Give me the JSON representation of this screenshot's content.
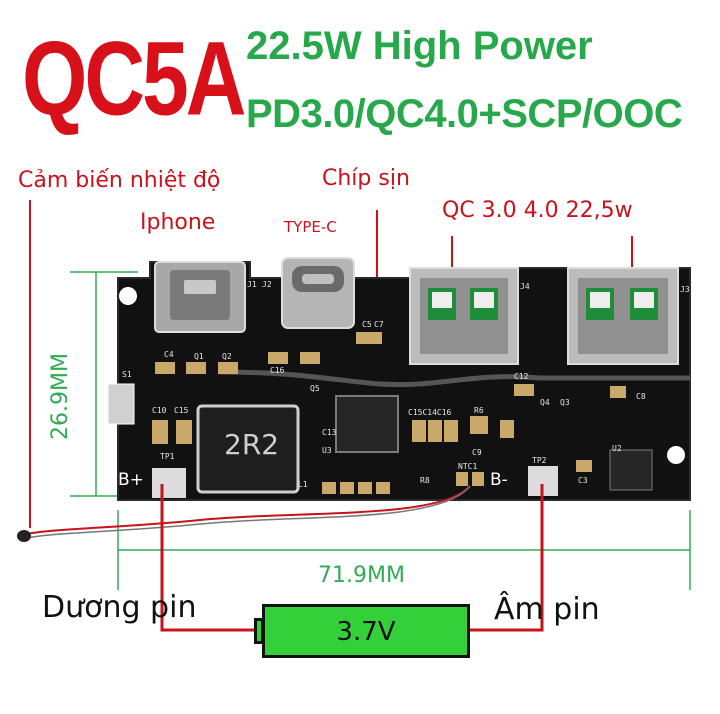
{
  "header": {
    "brand": "QC5A",
    "line1": "22.5W High Power",
    "line2": "PD3.0/QC4.0+SCP/OOC"
  },
  "labels": {
    "sensor": "Cảm biến nhiệt độ",
    "chip": "Chíp sịn",
    "iphone": "Iphone",
    "typec": "TYPE-C",
    "qc": "QC 3.0 4.0 22,5w"
  },
  "dimensions": {
    "height": "26.9MM",
    "width": "71.9MM"
  },
  "battery": {
    "positive": "Dương pin",
    "negative": "Âm pin",
    "voltage": "3.7V"
  },
  "board": {
    "b_plus": "B+",
    "b_minus": "B-",
    "inductor": "2R2",
    "silkscreen": {
      "j1": "J1",
      "j2": "J2",
      "j3": "J3",
      "j4": "J4",
      "s1": "S1",
      "tp1": "TP1",
      "tp2": "TP2",
      "u2": "U2",
      "u3": "U3",
      "l1": "L1",
      "ntc1": "NTC1",
      "r8": "R8",
      "c8": "C8",
      "c9": "C9",
      "c3": "C3",
      "c4": "C4",
      "c5": "C5",
      "c7": "C7",
      "c10": "C10",
      "c12": "C12",
      "c13": "C13",
      "c15": "C15",
      "c16": "C16",
      "q1": "Q1",
      "q2": "Q2",
      "q3": "Q3",
      "q4": "Q4",
      "q5": "Q5",
      "r6": "R6",
      "c15c14c16": "C15C14C16"
    }
  },
  "colors": {
    "brand_red": "#d8101a",
    "headline_green": "#27a84a",
    "annotation_red": "#c8121c",
    "dimension_green": "#33aa55",
    "battery_green": "#33d03a",
    "pcb_black": "#111111"
  }
}
